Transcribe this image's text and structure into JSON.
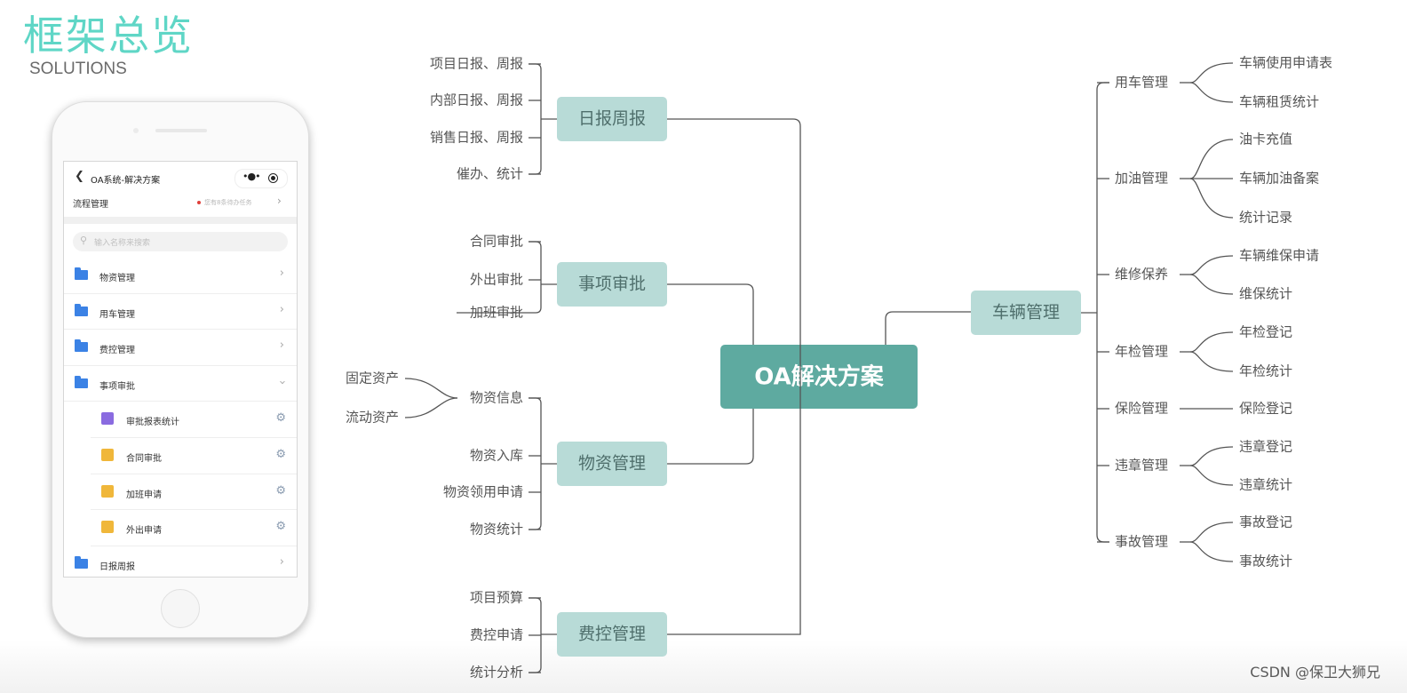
{
  "header": {
    "title": "框架总览",
    "subtitle": "SOLUTIONS"
  },
  "phone": {
    "app_title": "OA系统-解决方案",
    "section_label": "流程管理",
    "pending_notice": "您有8条待办任务",
    "search_placeholder": "输入名称来搜索",
    "items": [
      {
        "label": "物资管理",
        "type": "folder",
        "expanded": false
      },
      {
        "label": "用车管理",
        "type": "folder",
        "expanded": false
      },
      {
        "label": "费控管理",
        "type": "folder",
        "expanded": false
      },
      {
        "label": "事项审批",
        "type": "folder",
        "expanded": true
      },
      {
        "label": "审批报表统计",
        "type": "child",
        "icon": "chart-icon",
        "icon_color": "#8a6be0"
      },
      {
        "label": "合同审批",
        "type": "child",
        "icon": "stamp-icon",
        "icon_color": "#f0b73a"
      },
      {
        "label": "加班申请",
        "type": "child",
        "icon": "badge-icon",
        "icon_color": "#f0b73a"
      },
      {
        "label": "外出申请",
        "type": "child",
        "icon": "badge-icon",
        "icon_color": "#f0b73a"
      },
      {
        "label": "日报周报",
        "type": "folder",
        "expanded": false
      }
    ]
  },
  "mindmap": {
    "root": "OA解决方案",
    "colors": {
      "root": "#5eaaa0",
      "branch": "#b8dbd7",
      "line": "#555555"
    },
    "branches": [
      {
        "label": "日报周报",
        "children": [
          "项目日报、周报",
          "内部日报、周报",
          "销售日报、周报",
          "催办、统计"
        ]
      },
      {
        "label": "事项审批",
        "children": [
          "合同审批",
          "外出审批",
          "加班审批"
        ]
      },
      {
        "label": "物资管理",
        "children": [
          {
            "label": "物资信息",
            "children": [
              "固定资产",
              "流动资产"
            ]
          },
          {
            "label": "物资入库"
          },
          {
            "label": "物资领用申请"
          },
          {
            "label": "物资统计"
          }
        ]
      },
      {
        "label": "费控管理",
        "children": [
          "项目预算",
          "费控申请",
          "统计分析"
        ]
      },
      {
        "label": "车辆管理",
        "children": [
          {
            "label": "用车管理",
            "children": [
              "车辆使用申请表",
              "车辆租赁统计"
            ]
          },
          {
            "label": "加油管理",
            "children": [
              "油卡充值",
              "车辆加油备案",
              "统计记录"
            ]
          },
          {
            "label": "维修保养",
            "children": [
              "车辆维保申请",
              "维保统计"
            ]
          },
          {
            "label": "年检管理",
            "children": [
              "年检登记",
              "年检统计"
            ]
          },
          {
            "label": "保险管理",
            "children": [
              "保险登记"
            ]
          },
          {
            "label": "违章管理",
            "children": [
              "违章登记",
              "违章统计"
            ]
          },
          {
            "label": "事故管理",
            "children": [
              "事故登记",
              "事故统计"
            ]
          }
        ]
      }
    ]
  },
  "watermark": "CSDN @保卫大狮兄"
}
